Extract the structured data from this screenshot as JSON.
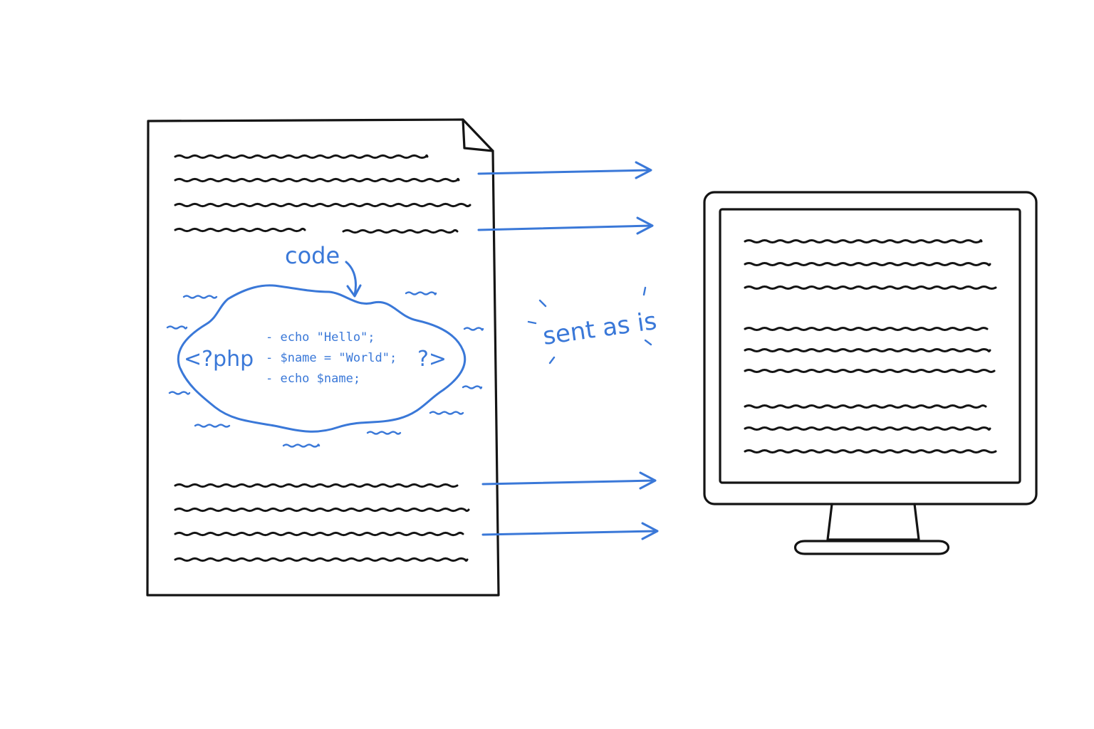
{
  "labels": {
    "code": "code",
    "php_open": "<?php",
    "php_close": "?>",
    "sent_as_is": "sent as is"
  },
  "code_lines": [
    "- echo \"Hello\";",
    "- $name = \"World\";",
    "- echo $name;"
  ],
  "colors": {
    "ink": "#141414",
    "accent": "#3a78d8"
  },
  "icons": {
    "document": "document-icon",
    "monitor": "monitor-icon"
  }
}
